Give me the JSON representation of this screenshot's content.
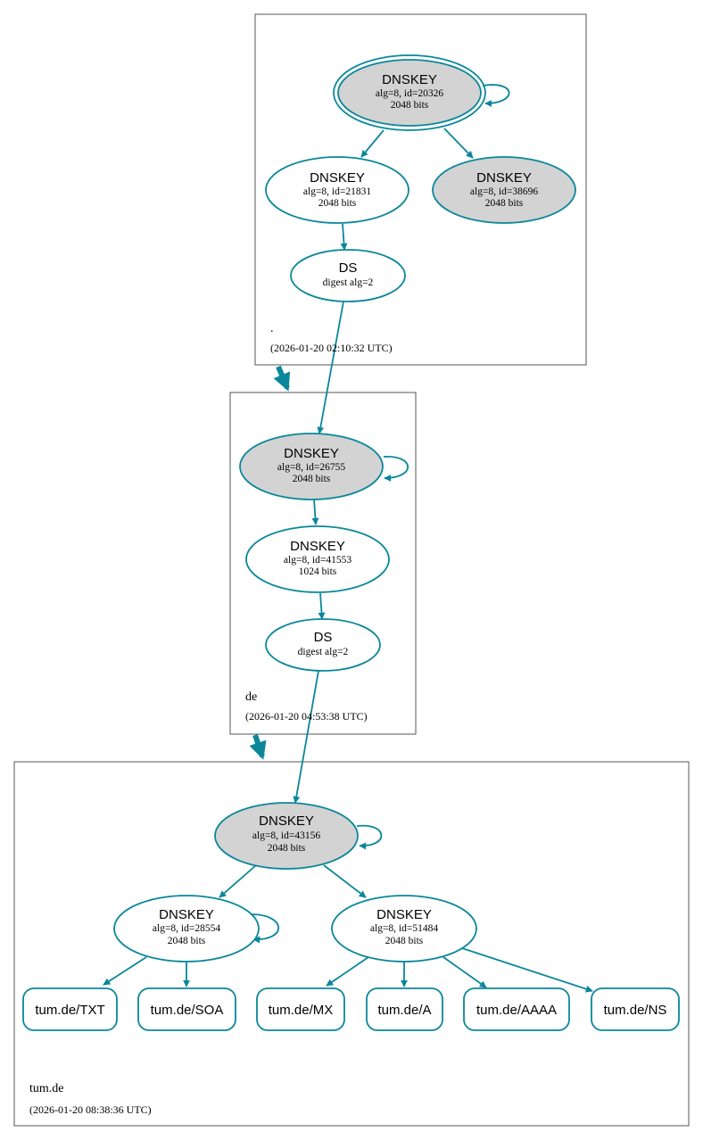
{
  "colors": {
    "edge": "#0a879a",
    "sep_fill": "#d3d3d3",
    "box_stroke": "#555555"
  },
  "zones": {
    "root": {
      "name": ".",
      "timestamp": "(2026-01-20 02:10:32 UTC)"
    },
    "de": {
      "name": "de",
      "timestamp": "(2026-01-20 04:53:38 UTC)"
    },
    "tum": {
      "name": "tum.de",
      "timestamp": "(2026-01-20 08:38:36 UTC)"
    }
  },
  "nodes": {
    "root_ksk": {
      "title": "DNSKEY",
      "line1": "alg=8, id=20326",
      "line2": "2048 bits"
    },
    "root_zsk": {
      "title": "DNSKEY",
      "line1": "alg=8, id=21831",
      "line2": "2048 bits"
    },
    "root_ksk2": {
      "title": "DNSKEY",
      "line1": "alg=8, id=38696",
      "line2": "2048 bits"
    },
    "de_ds": {
      "title": "DS",
      "line1": "digest alg=2"
    },
    "de_ksk": {
      "title": "DNSKEY",
      "line1": "alg=8, id=26755",
      "line2": "2048 bits"
    },
    "de_zsk": {
      "title": "DNSKEY",
      "line1": "alg=8, id=41553",
      "line2": "1024 bits"
    },
    "tum_ds": {
      "title": "DS",
      "line1": "digest alg=2"
    },
    "tum_ksk": {
      "title": "DNSKEY",
      "line1": "alg=8, id=43156",
      "line2": "2048 bits"
    },
    "tum_zsk1": {
      "title": "DNSKEY",
      "line1": "alg=8, id=28554",
      "line2": "2048 bits"
    },
    "tum_zsk2": {
      "title": "DNSKEY",
      "line1": "alg=8, id=51484",
      "line2": "2048 bits"
    }
  },
  "rrsets": {
    "txt": "tum.de/TXT",
    "soa": "tum.de/SOA",
    "mx": "tum.de/MX",
    "a": "tum.de/A",
    "aaaa": "tum.de/AAAA",
    "ns": "tum.de/NS"
  }
}
